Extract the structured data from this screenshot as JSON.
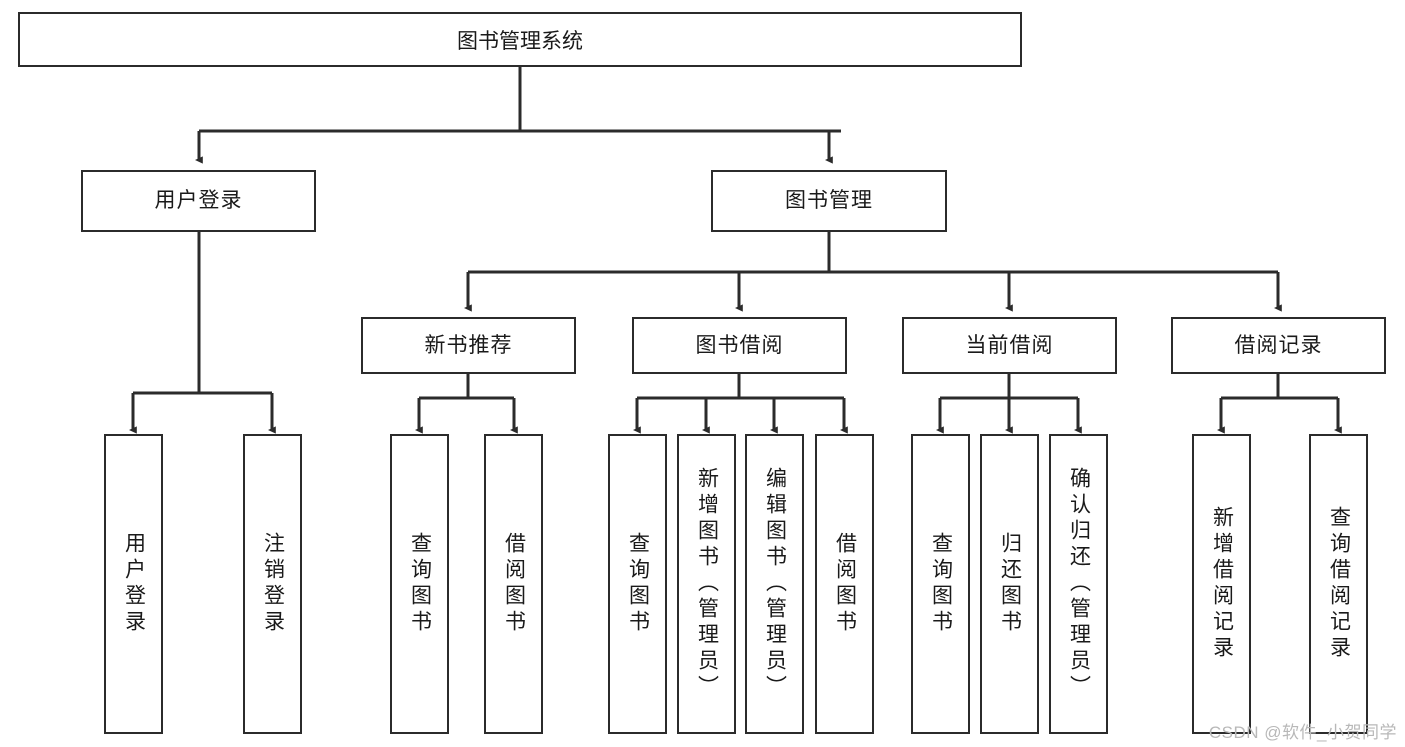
{
  "diagram": {
    "type": "tree",
    "title": "图书管理系统",
    "orientation": "top-down",
    "watermark": "CSDN @软件_小贺同学",
    "colors": {
      "border": "#2b2b2b",
      "background": "#ffffff",
      "text": "#1a1a1a",
      "watermark": "#b8b8b8"
    },
    "root": {
      "label": "图书管理系统"
    },
    "level2": [
      {
        "label": "用户登录"
      },
      {
        "label": "图书管理"
      }
    ],
    "level3": [
      {
        "label": "新书推荐"
      },
      {
        "label": "图书借阅"
      },
      {
        "label": "当前借阅"
      },
      {
        "label": "借阅记录"
      }
    ],
    "leaves": {
      "user_login": [
        {
          "label": "用户登录"
        },
        {
          "label": "注销登录"
        }
      ],
      "new_book": [
        {
          "label": "查询图书"
        },
        {
          "label": "借阅图书"
        }
      ],
      "borrow_book": [
        {
          "label": "查询图书"
        },
        {
          "label": "新增图书（管理员）"
        },
        {
          "label": "编辑图书（管理员）"
        },
        {
          "label": "借阅图书"
        }
      ],
      "current_borrow": [
        {
          "label": "查询图书"
        },
        {
          "label": "归还图书"
        },
        {
          "label": "确认归还（管理员）"
        }
      ],
      "borrow_record": [
        {
          "label": "新增借阅记录"
        },
        {
          "label": "查询借阅记录"
        }
      ]
    }
  }
}
